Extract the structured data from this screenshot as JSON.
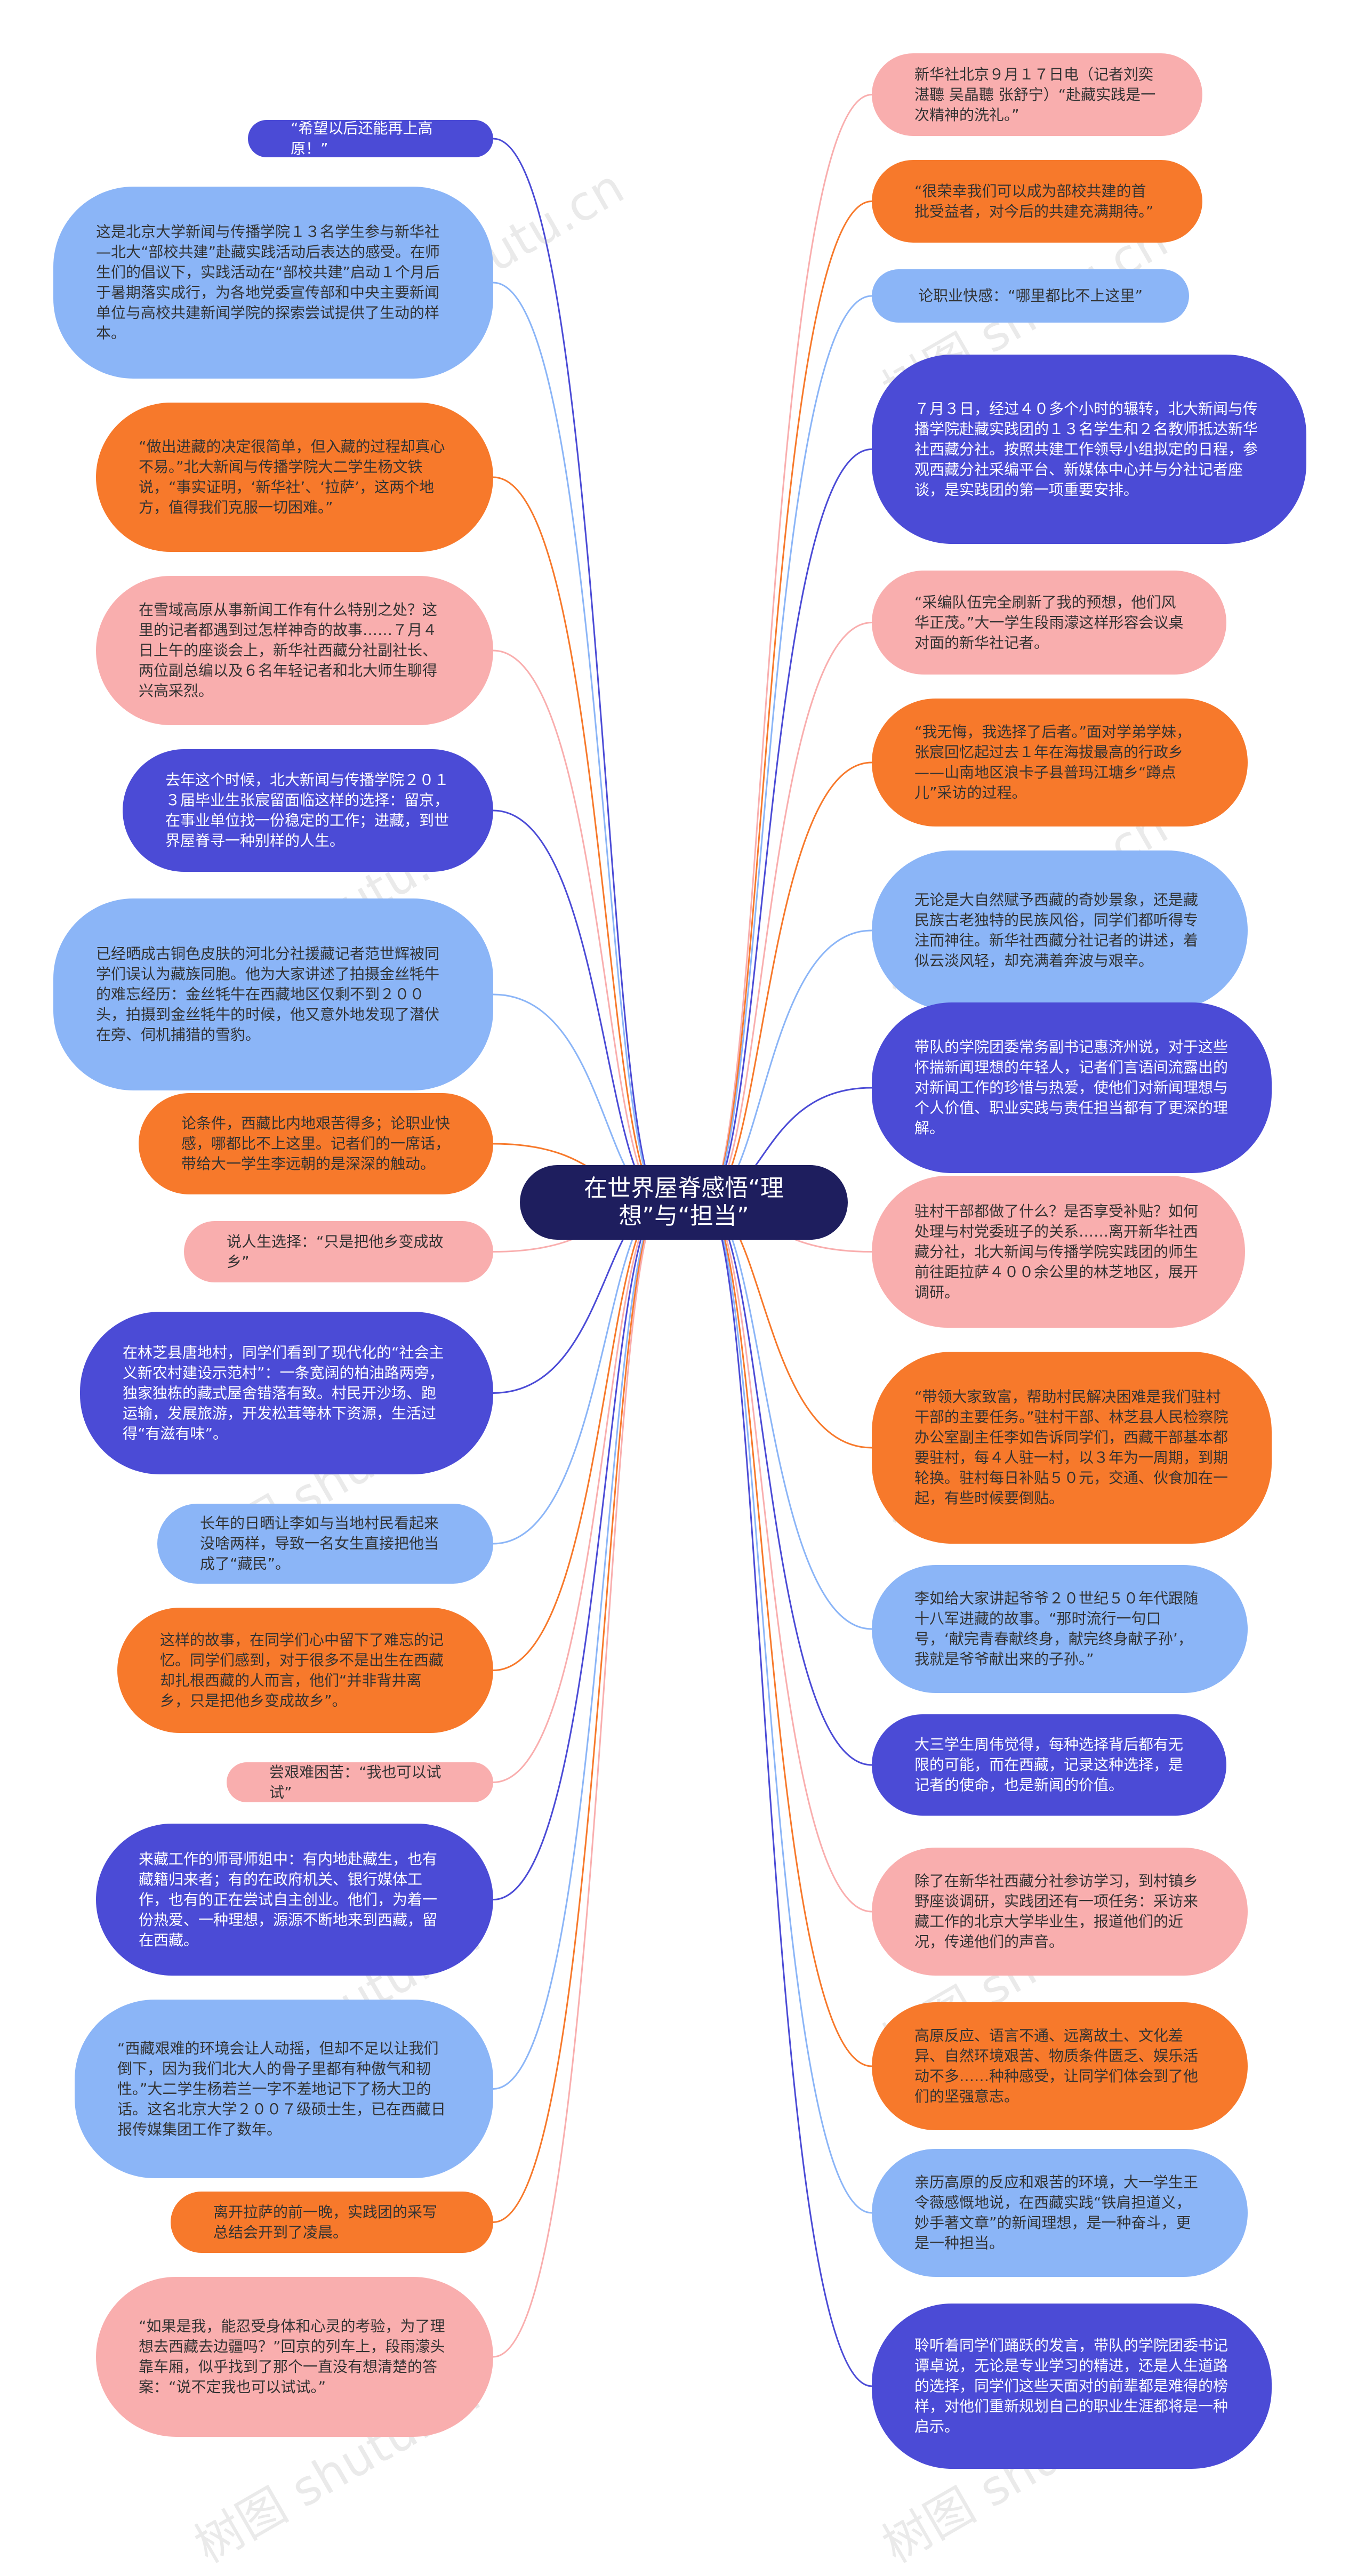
{
  "colors": {
    "blue_dark": "#4b4bd6",
    "blue_light": "#8bb5f7",
    "orange": "#f7792b",
    "pink": "#f9aeae",
    "center": "#1e1e5e",
    "text_light": "#ffffff",
    "text_dark": "#333333"
  },
  "watermark": "树图 shutu.cn",
  "center": {
    "label": "在世界屋脊感悟“理想”与“担当”"
  },
  "left_nodes": [
    {
      "text": "“希望以后还能再上高原！”",
      "color": "blue_dark"
    },
    {
      "text": "这是北京大学新闻与传播学院１３名学生参与新华社—北大“部校共建”赴藏实践活动后表达的感受。在师生们的倡议下，实践活动在“部校共建”启动１个月后于暑期落实成行，为各地党委宣传部和中央主要新闻单位与高校共建新闻学院的探索尝试提供了生动的样本。",
      "color": "blue_light"
    },
    {
      "text": "“做出进藏的决定很简单，但入藏的过程却真心不易。”北大新闻与传播学院大二学生杨文铁说，“事实证明，‘新华社’、‘拉萨’，这两个地方，值得我们克服一切困难。”",
      "color": "orange"
    },
    {
      "text": "在雪域高原从事新闻工作有什么特别之处？这里的记者都遇到过怎样神奇的故事……７月４日上午的座谈会上，新华社西藏分社副社长、两位副总编以及６名年轻记者和北大师生聊得兴高采烈。",
      "color": "pink"
    },
    {
      "text": "去年这个时候，北大新闻与传播学院２０１３届毕业生张宸留面临这样的选择：留京，在事业单位找一份稳定的工作；进藏，到世界屋脊寻一种别样的人生。",
      "color": "blue_dark"
    },
    {
      "text": "已经晒成古铜色皮肤的河北分社援藏记者范世辉被同学们误认为藏族同胞。他为大家讲述了拍摄金丝牦牛的难忘经历：金丝牦牛在西藏地区仅剩不到２００头，拍摄到金丝牦牛的时候，他又意外地发现了潜伏在旁、伺机捕猎的雪豹。",
      "color": "blue_light"
    },
    {
      "text": "论条件，西藏比内地艰苦得多；论职业快感，哪都比不上这里。记者们的一席话，带给大一学生李远朝的是深深的触动。",
      "color": "orange"
    },
    {
      "text": "说人生选择：“只是把他乡变成故乡”",
      "color": "pink"
    },
    {
      "text": "在林芝县唐地村，同学们看到了现代化的“社会主义新农村建设示范村”：一条宽阔的柏油路两旁，独家独栋的藏式屋舍错落有致。村民开沙场、跑运输，发展旅游，开发松茸等林下资源，生活过得“有滋有味”。",
      "color": "blue_dark"
    },
    {
      "text": "长年的日晒让李如与当地村民看起来没啥两样，导致一名女生直接把他当成了“藏民”。",
      "color": "blue_light"
    },
    {
      "text": "这样的故事，在同学们心中留下了难忘的记忆。同学们感到，对于很多不是出生在西藏却扎根西藏的人而言，他们“并非背井离乡，只是把他乡变成故乡”。",
      "color": "orange"
    },
    {
      "text": "尝艰难困苦：“我也可以试试”",
      "color": "pink"
    },
    {
      "text": "来藏工作的师哥师姐中：有内地赴藏生，也有藏籍归来者；有的在政府机关、银行媒体工作，也有的正在尝试自主创业。他们，为着一份热爱、一种理想，源源不断地来到西藏，留在西藏。",
      "color": "blue_dark"
    },
    {
      "text": "“西藏艰难的环境会让人动摇，但却不足以让我们倒下，因为我们北大人的骨子里都有种傲气和韧性。”大二学生杨若兰一字不差地记下了杨大卫的话。这名北京大学２００７级硕士生，已在西藏日报传媒集团工作了数年。",
      "color": "blue_light"
    },
    {
      "text": "离开拉萨的前一晚，实践团的采写总结会开到了凌晨。",
      "color": "orange"
    },
    {
      "text": "“如果是我，能忍受身体和心灵的考验，为了理想去西藏去边疆吗？”回京的列车上，段雨濛头靠车厢，似乎找到了那个一直没有想清楚的答案：“说不定我也可以试试。”",
      "color": "pink"
    }
  ],
  "right_nodes": [
    {
      "text": "新华社北京９月１７日电（记者刘奕湛聽 吴晶聽 张舒宁）“赴藏实践是一次精神的洗礼。”",
      "color": "pink"
    },
    {
      "text": "“很荣幸我们可以成为部校共建的首批受益者，对今后的共建充满期待。”",
      "color": "orange"
    },
    {
      "text": "论职业快感：“哪里都比不上这里”",
      "color": "blue_light"
    },
    {
      "text": "７月３日，经过４０多个小时的辗转，北大新闻与传播学院赴藏实践团的１３名学生和２名教师抵达新华社西藏分社。按照共建工作领导小组拟定的日程，参观西藏分社采编平台、新媒体中心并与分社记者座谈，是实践团的第一项重要安排。",
      "color": "blue_dark"
    },
    {
      "text": "“采编队伍完全刷新了我的预想，他们风华正茂。”大一学生段雨濛这样形容会议桌对面的新华社记者。",
      "color": "pink"
    },
    {
      "text": "“我无悔，我选择了后者。”面对学弟学妹，张宸回忆起过去１年在海拔最高的行政乡——山南地区浪卡子县普玛江塘乡“蹲点儿”采访的过程。",
      "color": "orange"
    },
    {
      "text": "无论是大自然赋予西藏的奇妙景象，还是藏民族古老独特的民族风俗，同学们都听得专注而神往。新华社西藏分社记者的讲述，着似云淡风轻，却充满着奔波与艰辛。",
      "color": "blue_light"
    },
    {
      "text": "带队的学院团委常务副书记惠济州说，对于这些怀揣新闻理想的年轻人，记者们言语间流露出的对新闻工作的珍惜与热爱，使他们对新闻理想与个人价值、职业实践与责任担当都有了更深的理解。",
      "color": "blue_dark"
    },
    {
      "text": "驻村干部都做了什么？是否享受补贴？如何处理与村党委班子的关系……离开新华社西藏分社，北大新闻与传播学院实践团的师生前往距拉萨４００余公里的林芝地区，展开调研。",
      "color": "pink"
    },
    {
      "text": "“带领大家致富，帮助村民解决困难是我们驻村干部的主要任务。”驻村干部、林芝县人民检察院办公室副主任李如告诉同学们，西藏干部基本都要驻村，每４人驻一村，以３年为一周期，到期轮换。驻村每日补贴５０元，交通、伙食加在一起，有些时候要倒贴。",
      "color": "orange"
    },
    {
      "text": "李如给大家讲起爷爷２０世纪５０年代跟随十八军进藏的故事。“那时流行一句口号，‘献完青春献终身，献完终身献子孙’，我就是爷爷献出来的子孙。”",
      "color": "blue_light"
    },
    {
      "text": "大三学生周伟觉得，每种选择背后都有无限的可能，而在西藏，记录这种选择，是记者的使命，也是新闻的价值。",
      "color": "blue_dark"
    },
    {
      "text": "除了在新华社西藏分社参访学习，到村镇乡野座谈调研，实践团还有一项任务：采访来藏工作的北京大学毕业生，报道他们的近况，传递他们的声音。",
      "color": "pink"
    },
    {
      "text": "高原反应、语言不通、远离故土、文化差异、自然环境艰苦、物质条件匮乏、娱乐活动不多……种种感受，让同学们体会到了他们的坚强意志。",
      "color": "orange"
    },
    {
      "text": "亲历高原的反应和艰苦的环境，大一学生王令薇感慨地说，在西藏实践“铁肩担道义，妙手著文章”的新闻理想，是一种奋斗，更是一种担当。",
      "color": "blue_light"
    },
    {
      "text": "聆听着同学们踊跃的发言，带队的学院团委书记谭卓说，无论是专业学习的精进，还是人生道路的选择，同学们这些天面对的前辈都是难得的榜样，对他们重新规划自己的职业生涯都将是一种启示。",
      "color": "blue_dark"
    }
  ]
}
